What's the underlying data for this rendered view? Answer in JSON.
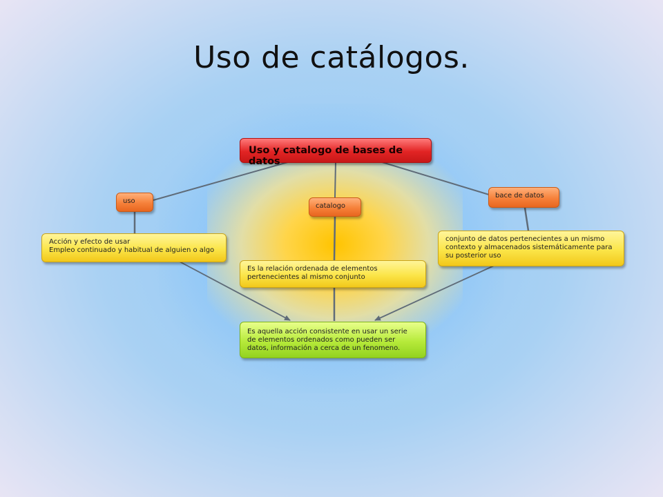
{
  "slide": {
    "title": "Uso de catálogos."
  },
  "concept_map": {
    "root": {
      "text": "Uso y catalogo de bases de datos"
    },
    "uso": {
      "label": "uso",
      "definition": "Acción y efecto de usar\nEmpleo continuado y habitual de alguien o algo"
    },
    "catalogo": {
      "label": "catalogo",
      "definition": "Es la relación ordenada de elementos\npertenecientes al mismo conjunto"
    },
    "base_de_datos": {
      "label": "bace de datos",
      "definition": "conjunto de datos pertenecientes a un mismo\ncontexto y almacenados sistemáticamente para\nsu posterior uso"
    },
    "result": {
      "text": "Es aquella acción  consistente en usar un serie\nde elementos ordenados como pueden ser\ndatos, información a cerca de un fenomeno."
    }
  },
  "colors": {
    "root": "#e22424",
    "category": "#f6813a",
    "definition": "#fbe548",
    "result": "#b6ea3a",
    "connector": "#5f6b78"
  }
}
